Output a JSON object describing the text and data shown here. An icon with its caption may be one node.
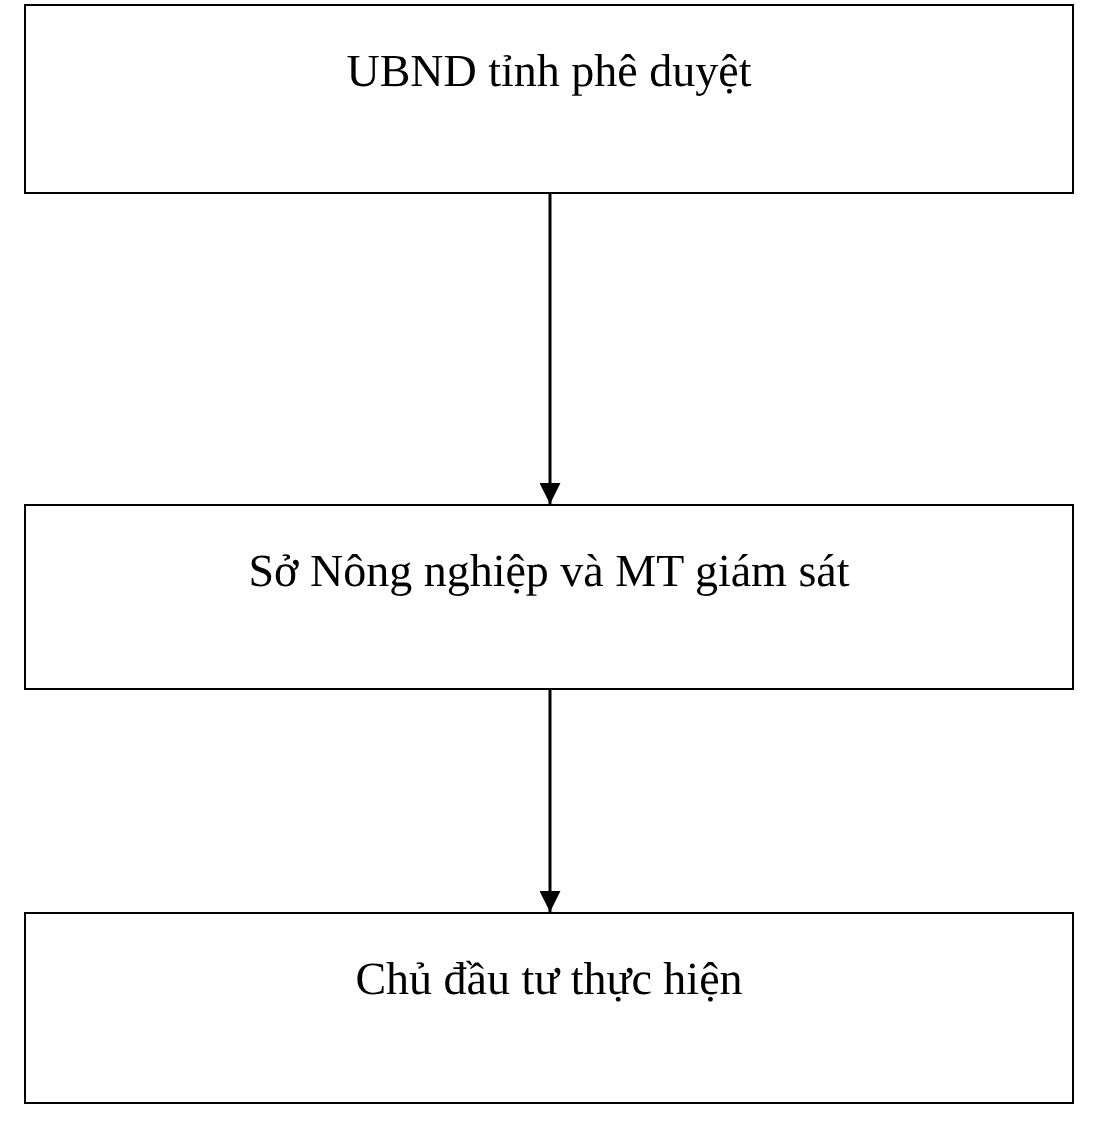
{
  "diagram": {
    "nodes": [
      {
        "text": [
          "UBND tỉnh phê duyệt"
        ]
      },
      {
        "text": [
          "Sở Nông nghiệp và MT giám sát"
        ]
      },
      {
        "text": [
          "Chủ đầu tư thực hiện"
        ]
      }
    ],
    "edges": [
      {
        "from": 0,
        "to": 1,
        "arrow": "to"
      },
      {
        "from": 1,
        "to": 2,
        "arrow": "to"
      }
    ]
  }
}
